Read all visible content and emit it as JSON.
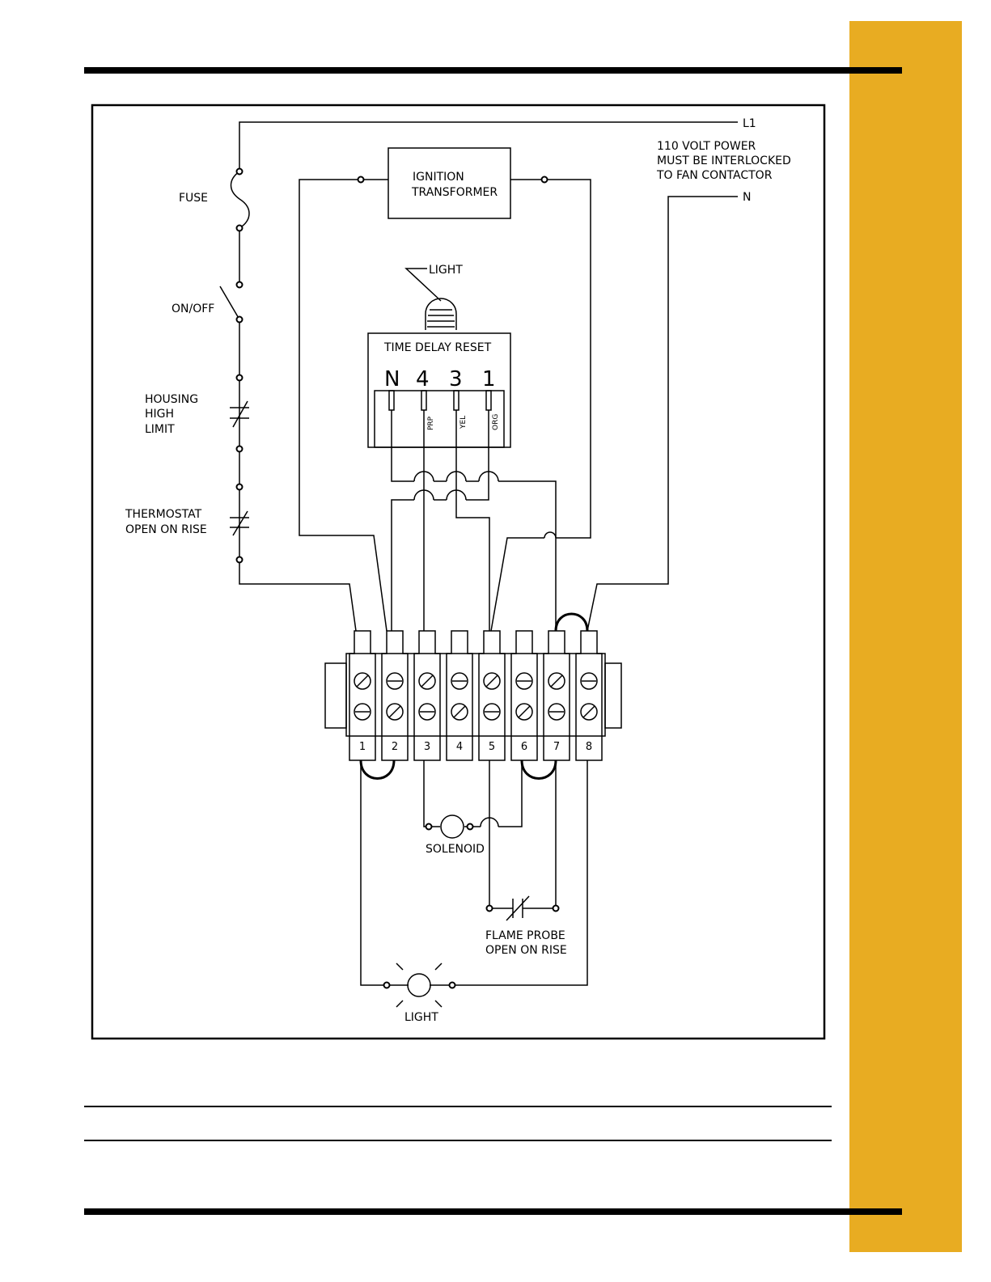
{
  "page": {
    "accent_color": "#E8AC22"
  },
  "diagram": {
    "labels": {
      "l1": "L1",
      "power_note": [
        "110 VOLT POWER",
        "MUST BE INTERLOCKED",
        "TO FAN CONTACTOR"
      ],
      "neutral": "N",
      "fuse": "FUSE",
      "on_off": "ON/OFF",
      "housing_high_limit": [
        "HOUSING",
        "HIGH",
        "LIMIT"
      ],
      "thermostat": [
        "THERMOSTAT",
        "OPEN ON RISE"
      ],
      "ignition_transformer": [
        "IGNITION",
        "TRANSFORMER"
      ],
      "indicator_light": "LIGHT",
      "time_delay_reset": "TIME DELAY RESET",
      "relay_terminals": [
        "N",
        "4",
        "3",
        "1"
      ],
      "wire_colors": [
        "PRP",
        "YEL",
        "ORG"
      ],
      "terminal_numbers": [
        "1",
        "2",
        "3",
        "4",
        "5",
        "6",
        "7",
        "8"
      ],
      "solenoid": "SOLENOID",
      "flame_probe": [
        "FLAME PROBE",
        "OPEN ON RISE"
      ],
      "bottom_light": "LIGHT"
    }
  }
}
